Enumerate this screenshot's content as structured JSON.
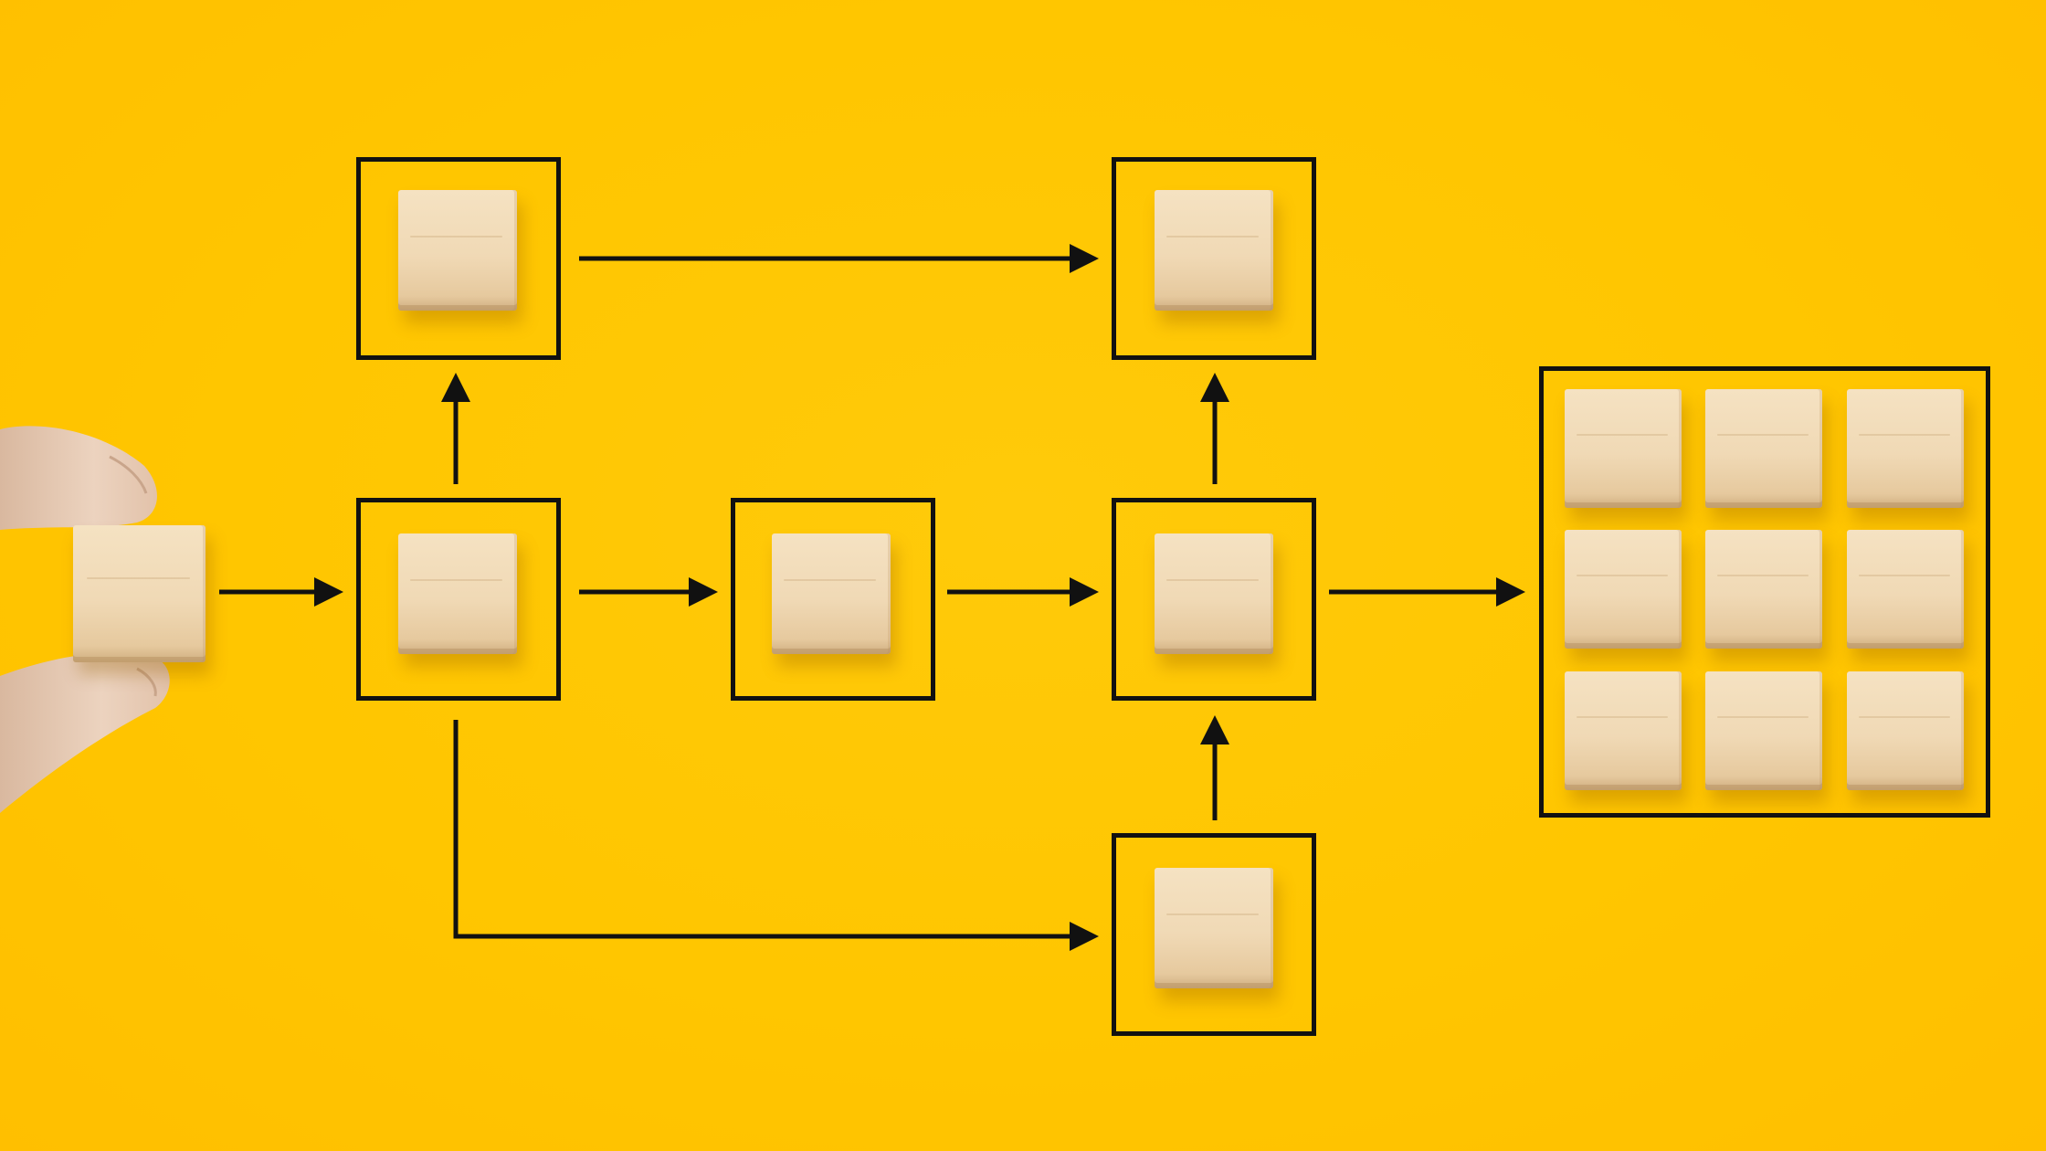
{
  "colors": {
    "background": "#ffc500",
    "stroke": "#111111",
    "block": "#f0d9b5"
  },
  "icons": {
    "hand": "hand-holding-block-icon",
    "block": "wooden-block-icon",
    "arrow": "arrow-icon"
  },
  "diagram": {
    "nodes": [
      {
        "id": "start",
        "blocks": 1,
        "framed": false
      },
      {
        "id": "split",
        "blocks": 1,
        "framed": true
      },
      {
        "id": "top-left",
        "blocks": 1,
        "framed": true
      },
      {
        "id": "middle",
        "blocks": 1,
        "framed": true
      },
      {
        "id": "merge",
        "blocks": 1,
        "framed": true
      },
      {
        "id": "top-right",
        "blocks": 1,
        "framed": true
      },
      {
        "id": "bottom",
        "blocks": 1,
        "framed": true
      },
      {
        "id": "result-grid",
        "blocks": 9,
        "framed": true
      }
    ],
    "edges": [
      {
        "from": "start",
        "to": "split"
      },
      {
        "from": "split",
        "to": "top-left"
      },
      {
        "from": "split",
        "to": "middle"
      },
      {
        "from": "split",
        "to": "bottom"
      },
      {
        "from": "top-left",
        "to": "top-right"
      },
      {
        "from": "middle",
        "to": "merge"
      },
      {
        "from": "bottom",
        "to": "merge"
      },
      {
        "from": "merge",
        "to": "top-right"
      },
      {
        "from": "merge",
        "to": "result-grid"
      }
    ]
  }
}
